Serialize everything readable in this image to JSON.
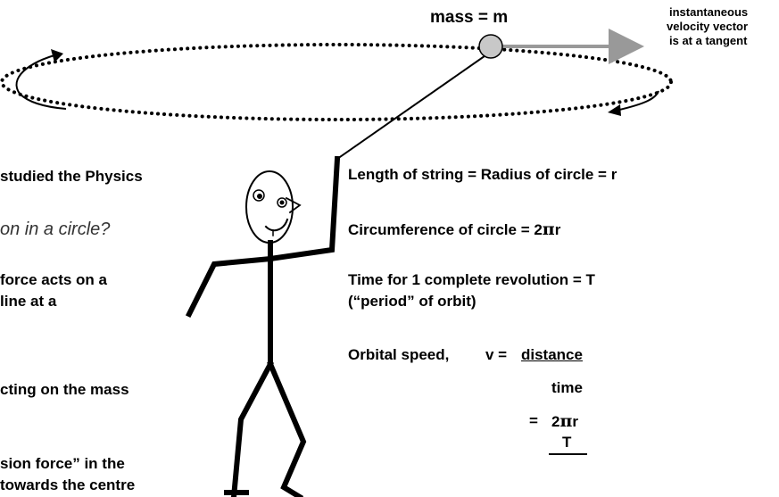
{
  "labels": {
    "mass": "mass = m",
    "velocity_line1": "instantaneous",
    "velocity_line2": "velocity vector",
    "velocity_line3": "is at a tangent"
  },
  "left_text": {
    "line1": "studied the Physics",
    "line2": "on in a circle?",
    "line3": "force acts on a",
    "line4": "line at a",
    "line5": "cting on the mass",
    "line6": "sion force” in the",
    "line7": "towards the centre"
  },
  "right_text": {
    "length": "Length of string = Radius of circle = r",
    "circ_prefix": "Circumference of circle = 2",
    "circ_pi": "π",
    "circ_r": "r",
    "time": "Time for 1 complete revolution = T",
    "period": "(“period” of orbit)",
    "speed_label": "Orbital speed,",
    "v_eq": "v = ",
    "distance": "distance",
    "time_word": "time",
    "equals": "=",
    "num_2": "2",
    "num_pi": "π",
    "num_r": "r",
    "den_T": "T"
  },
  "colors": {
    "ink": "#000000",
    "mass_fill": "#c8c8c8",
    "vector": "#999999"
  }
}
